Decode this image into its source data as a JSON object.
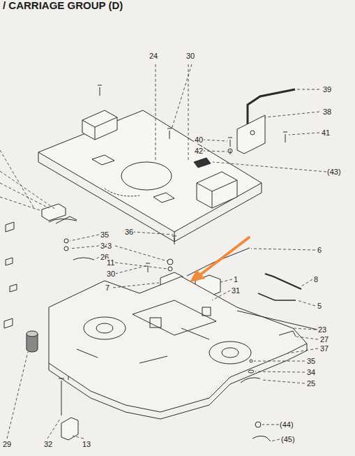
{
  "diagram": {
    "title": "/ CARRIAGE GROUP (D)",
    "labels": [
      "24",
      "30",
      "39",
      "38",
      "40",
      "41",
      "42",
      "(43)",
      "35",
      "36",
      "34",
      "3",
      "26",
      "11",
      "30",
      "6",
      "8",
      "7",
      "1",
      "31",
      "5",
      "23",
      "27",
      "37",
      "35",
      "34",
      "25",
      "(44)",
      "(45)",
      "29",
      "32",
      "13"
    ]
  }
}
